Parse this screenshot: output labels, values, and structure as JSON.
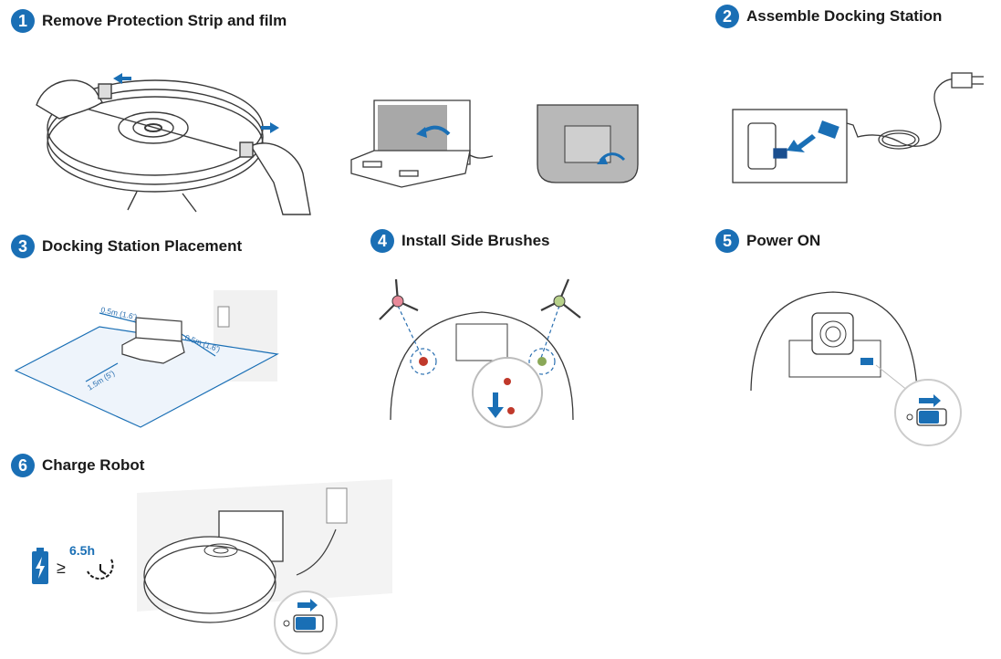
{
  "steps": [
    {
      "number": "1",
      "title": "Remove Protection Strip and film"
    },
    {
      "number": "2",
      "title": "Assemble Docking Station"
    },
    {
      "number": "3",
      "title": "Docking Station Placement"
    },
    {
      "number": "4",
      "title": "Install Side Brushes"
    },
    {
      "number": "5",
      "title": "Power ON"
    },
    {
      "number": "6",
      "title": "Charge Robot"
    }
  ],
  "placement": {
    "left_clearance": "0.5m (1.6')",
    "right_clearance": "0.5m (1.6')",
    "front_clearance": "1.5m (5')"
  },
  "charge": {
    "symbol": "≥",
    "duration": "6.5h"
  },
  "colors": {
    "accent": "#1a6fb5",
    "line": "#3a3a3a",
    "brush_left": "#e88a9a",
    "brush_right": "#b7d18a"
  },
  "icons": [
    "battery-icon",
    "clock-icon",
    "power-switch-icon",
    "arrow-icon",
    "plug-icon"
  ]
}
